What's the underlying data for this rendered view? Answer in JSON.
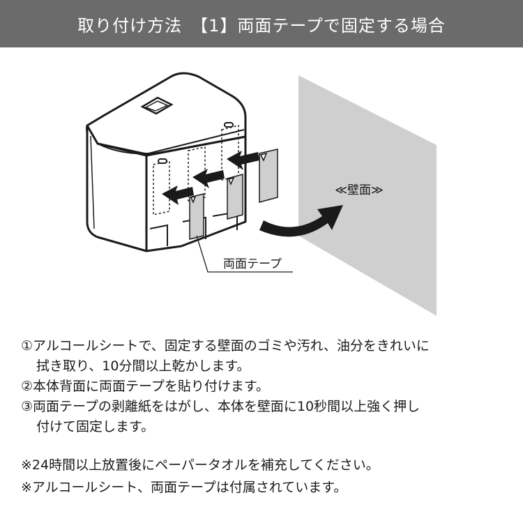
{
  "header": {
    "title": "取り付け方法　【1】両面テープで固定する場合"
  },
  "diagram": {
    "wall_label": "≪壁面≫",
    "tape_label": "両面テープ"
  },
  "steps": [
    {
      "line1": "①アルコールシートで、固定する壁面のゴミや汚れ、油分をきれいに",
      "line2": "拭き取り、10分間以上乾かします。"
    },
    {
      "line1": "②本体背面に両面テープを貼り付けます。",
      "line2": ""
    },
    {
      "line1": "③両面テープの剥離紙をはがし、本体を壁面に10秒間以上強く押し",
      "line2": "付けて固定します。"
    }
  ],
  "notes": [
    "※24時間以上放置後にペーパータオルを補充してください。",
    "※アルコールシート、両面テープは付属されています。"
  ],
  "colors": {
    "header_bg": "#6b6b6b",
    "wall": "#cfcfcf",
    "text": "#1a1a1a"
  }
}
